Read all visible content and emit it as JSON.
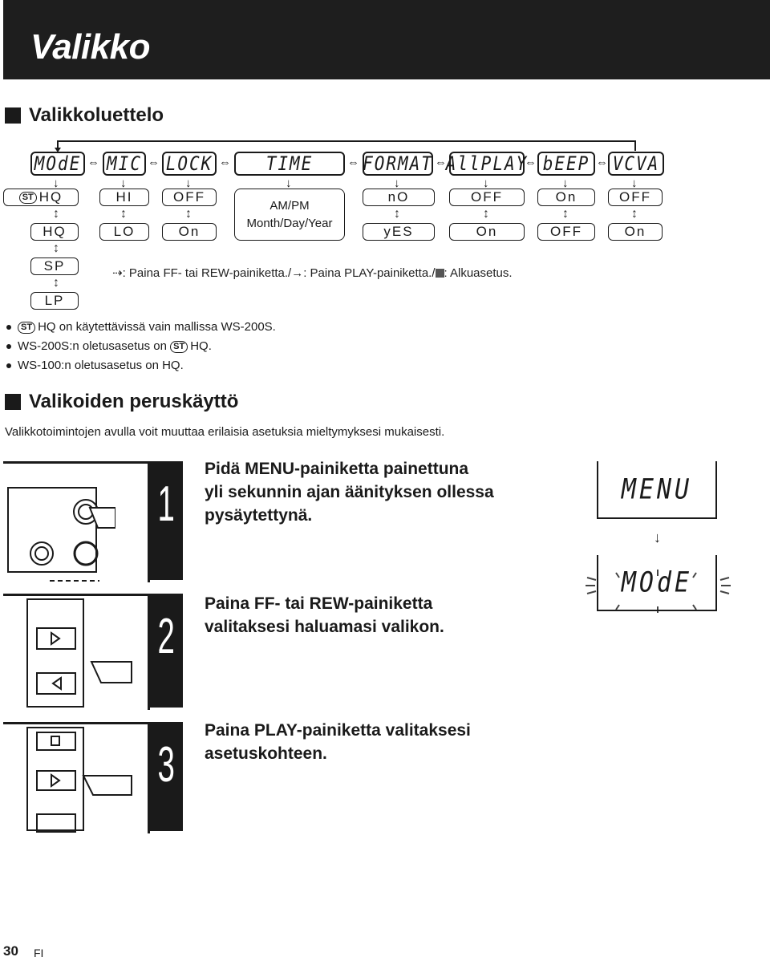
{
  "title": "Valikko",
  "sections": {
    "list_heading": "Valikkoluettelo",
    "basic_heading": "Valikoiden peruskäyttö"
  },
  "menu": {
    "items": [
      "MOdE",
      "MIC",
      "LOCK",
      "TIME",
      "FORMAT",
      "AllPLAY",
      "bEEP",
      "VCVA"
    ],
    "options": {
      "mode": [
        "HQ",
        "HQ",
        "SP",
        "LP"
      ],
      "mode_st_badge": "ST",
      "mic": [
        "HI",
        "LO"
      ],
      "lock": [
        "OFF",
        "On"
      ],
      "time": [
        "AM/PM",
        "Month/Day/Year"
      ],
      "format": [
        "nO",
        "yES"
      ],
      "allplay": [
        "OFF",
        "On"
      ],
      "beep": [
        "On",
        "OFF"
      ],
      "vcva": [
        "OFF",
        "On"
      ]
    }
  },
  "legend": {
    "part1": ": Paina FF- tai REW-painiketta./",
    "part2": ": Paina PLAY-painiketta./",
    "part3": ": Alkuasetus."
  },
  "notes": {
    "note1": "HQ on käytettävissä vain mallissa WS-200S.",
    "note2_a": "WS-200S:n oletusasetus on",
    "note2_b": "HQ.",
    "note3": "WS-100:n oletusasetus on HQ."
  },
  "description": "Valikkotoimintojen avulla voit muuttaa erilaisia asetuksia mieltymyksesi mukaisesti.",
  "steps": [
    {
      "number": "1",
      "text_line1": "Pidä MENU-painiketta painettuna",
      "text_line2": "yli sekunnin ajan äänityksen ollessa",
      "text_line3": "pysäytettynä."
    },
    {
      "number": "2",
      "text_line1": "Paina FF- tai REW-painiketta",
      "text_line2": "valitaksesi haluamasi valikon."
    },
    {
      "number": "3",
      "text_line1": "Paina PLAY-painiketta valitaksesi",
      "text_line2": "asetuskohteen."
    }
  ],
  "displays": {
    "menu": "MENU",
    "mode": "MOdE"
  },
  "footer": {
    "page": "30",
    "lang": "FI"
  }
}
